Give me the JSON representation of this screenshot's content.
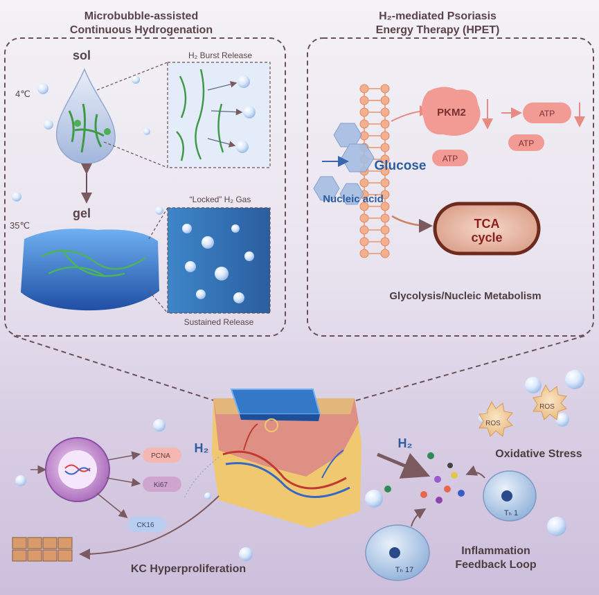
{
  "left_panel": {
    "title_line1": "Microbubble-assisted",
    "title_line2": "Continuous Hydrogenation",
    "sol_label": "sol",
    "gel_label": "gel",
    "temp_low": "4℃",
    "temp_high": "35℃",
    "burst_release": "H₂ Burst Release",
    "locked_gas": "“Locked” H₂ Gas",
    "sustained_release": "Sustained Release"
  },
  "right_panel": {
    "title_line1": "H₂-mediated Psoriasis",
    "title_line2": "Energy Therapy (HPET)",
    "pkm2": "PKM2",
    "atp": "ATP",
    "glucose": "Glucose",
    "nucleic_acid": "Nucleic acid",
    "tca_line1": "TCA",
    "tca_line2": "cycle",
    "metabolism": "Glycolysis/Nucleic Metabolism"
  },
  "bottom": {
    "h2_left": "H₂",
    "h2_right": "H₂",
    "pcna": "PCNA",
    "ki67": "Ki67",
    "ck16": "CK16",
    "kc_hyperproliferation": "KC Hyperproliferation",
    "ros": "ROS",
    "oxidative_stress": "Oxidative Stress",
    "th1": "Tₕ 1",
    "th17": "Tₕ 17",
    "inflammation_line1": "Inflammation",
    "inflammation_line2": "Feedback Loop"
  },
  "colors": {
    "dashed_border": "#6b5057",
    "pink_node": "#f08f8a",
    "blue_text": "#2b5d9e",
    "hydrogel_blue": "#3b7fd0"
  }
}
